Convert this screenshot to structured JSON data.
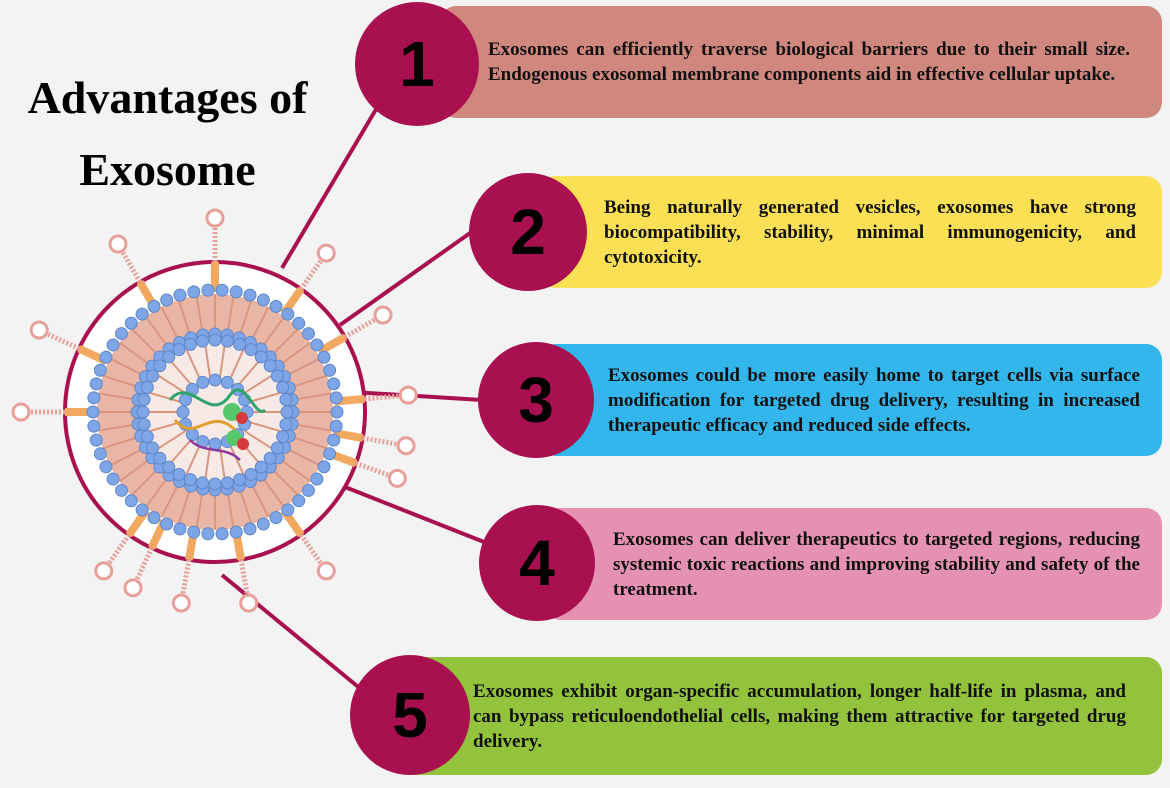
{
  "title": {
    "line1": "Advantages of",
    "line2": "Exosome"
  },
  "colors": {
    "badge": "#a8104f",
    "connector": "#a8104f",
    "background": "#f3f3f3",
    "lipid_head": "#7ea6e6",
    "lipid_tail": "#d9967f",
    "protein": "#f1a861"
  },
  "advantages": [
    {
      "number": "1",
      "color": "#d0877d",
      "text": "Exosomes can efficiently traverse biological barriers due to their small size. Endogenous exosomal membrane components aid in effective cellular uptake."
    },
    {
      "number": "2",
      "color": "#fbe056",
      "text": "Being naturally generated vesicles, exosomes have strong biocompatibility, stability, minimal immunogenicity, and cytotoxicity."
    },
    {
      "number": "3",
      "color": "#33b6ec",
      "text": "Exosomes could be more easily home to target cells via surface modification  for targeted drug delivery, resulting in increased therapeutic efficacy and reduced side effects."
    },
    {
      "number": "4",
      "color": "#e592b2",
      "text": "Exosomes can deliver therapeutics to targeted regions, reducing systemic toxic reactions and improving stability and safety of the treatment."
    },
    {
      "number": "5",
      "color": "#93c23c",
      "text": "Exosomes exhibit organ-specific accumulation, longer half-life in plasma, and can bypass reticuloendothelial cells, making them attractive for targeted drug delivery."
    }
  ],
  "illustration": {
    "name": "exosome-vesicle-illustration"
  }
}
